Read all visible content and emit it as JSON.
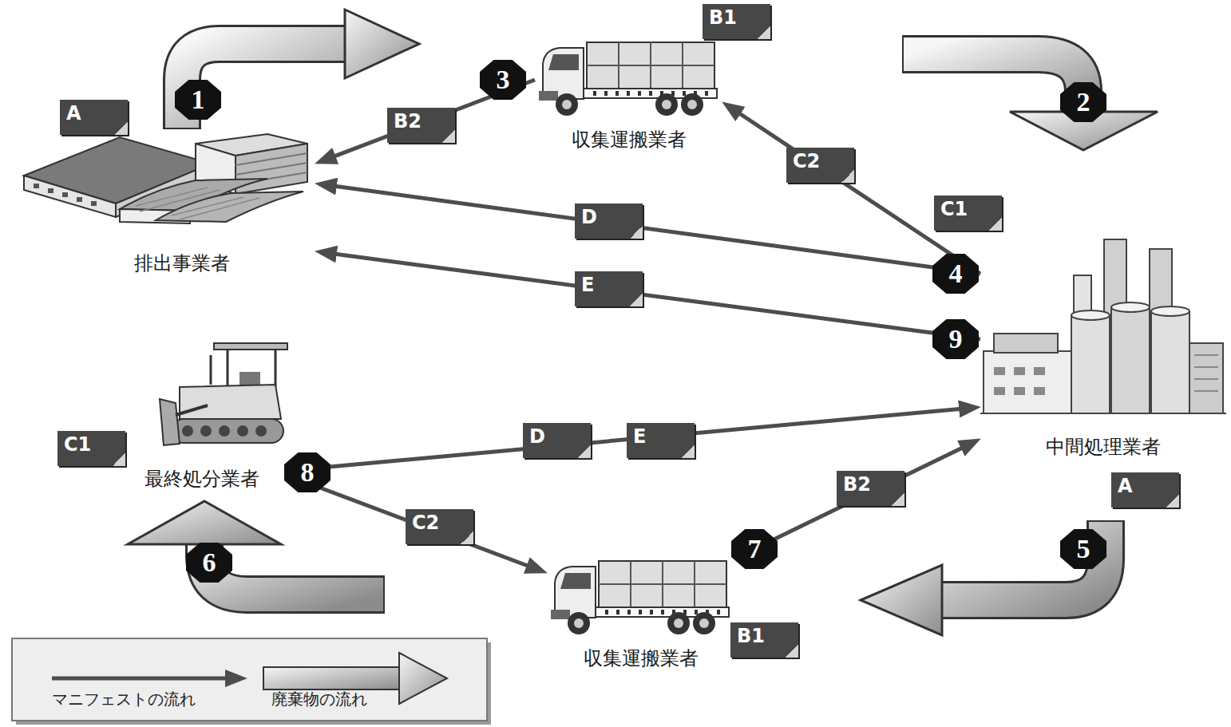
{
  "diagram": {
    "nodes": [
      {
        "text": [
          "排出事業者"
        ]
      },
      {
        "text": [
          "収集運搬業者"
        ]
      },
      {
        "text": [
          "中間処理業者"
        ]
      },
      {
        "text": [
          "最終処分業者"
        ]
      },
      {
        "text": [
          "収集運搬業者"
        ]
      }
    ],
    "edges": [
      {
        "from": 1,
        "to": 0,
        "arrow": "to",
        "label": "B2"
      },
      {
        "from": 2,
        "to": 1,
        "arrow": "to",
        "label": "C2"
      },
      {
        "from": 2,
        "to": 0,
        "arrow": "to",
        "label": "D"
      },
      {
        "from": 2,
        "to": 0,
        "arrow": "to",
        "label": "E"
      },
      {
        "from": 3,
        "to": 2,
        "arrow": "to",
        "label": "D"
      },
      {
        "from": 3,
        "to": 4,
        "arrow": "to",
        "label": "C2"
      },
      {
        "from": 4,
        "to": 2,
        "arrow": "to",
        "label": "B2"
      }
    ],
    "labels": [
      "1",
      "2",
      "3",
      "4",
      "5",
      "6",
      "7",
      "8",
      "9",
      "A",
      "B1",
      "C1",
      "C1",
      "A",
      "B1",
      "E"
    ],
    "legend": [
      {
        "text": "マニフェストの流れ"
      },
      {
        "text": "廃棄物の流れ"
      }
    ]
  }
}
